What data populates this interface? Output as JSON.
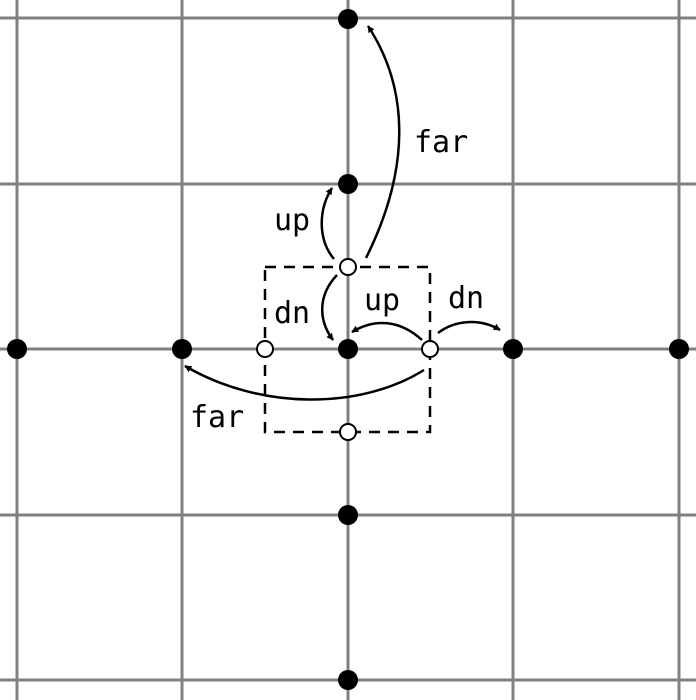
{
  "labels": {
    "far_top": "far",
    "up_left": "up",
    "dn_left": "dn",
    "up_center": "up",
    "dn_right": "dn",
    "far_bottom": "far"
  }
}
